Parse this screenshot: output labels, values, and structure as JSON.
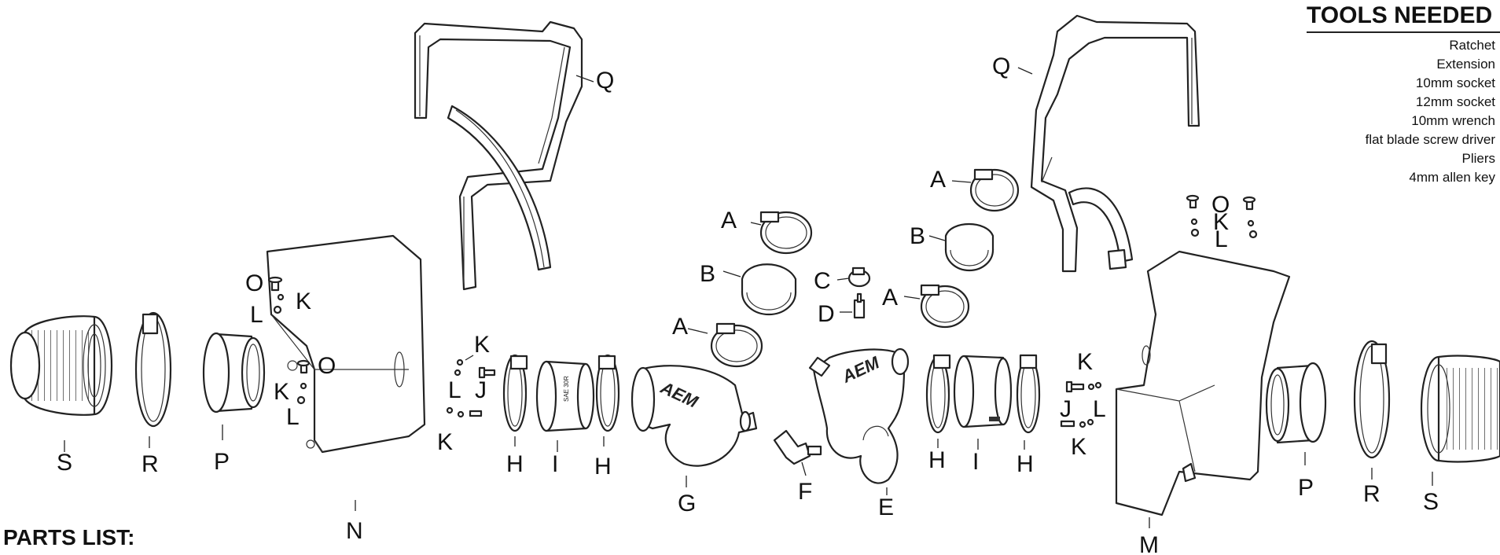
{
  "tools": {
    "title": "TOOLS NEEDED",
    "items": [
      "Ratchet",
      "Extension",
      "10mm socket",
      "12mm socket",
      "10mm wrench",
      "flat blade screw driver",
      "Pliers",
      "4mm allen key"
    ]
  },
  "parts_list_title": "PARTS LIST:",
  "brand_mark": "AEM",
  "callouts": {
    "A": "A",
    "B": "B",
    "C": "C",
    "D": "D",
    "E": "E",
    "F": "F",
    "G": "G",
    "H": "H",
    "I": "I",
    "J": "J",
    "K": "K",
    "L": "L",
    "M": "M",
    "N": "N",
    "O": "O",
    "P": "P",
    "Q": "Q",
    "R": "R",
    "S": "S"
  }
}
